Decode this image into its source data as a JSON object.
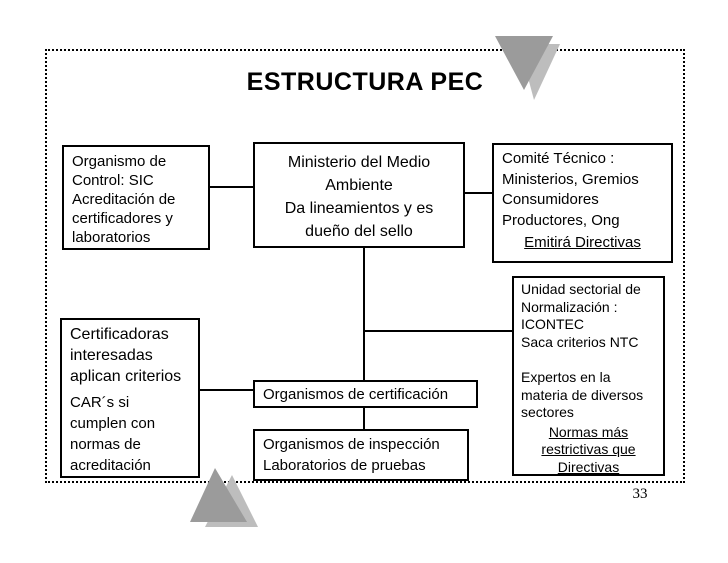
{
  "slide": {
    "title": "ESTRUCTURA PEC",
    "page_number": "33",
    "colors": {
      "triangle_dark": "#9b9b9b",
      "triangle_light": "#bdbdbd",
      "line": "#000000"
    }
  },
  "boxes": {
    "organismo_control": {
      "text": "Organismo de\nControl: SIC\nAcreditación de\ncertificadores y\nlaboratorios"
    },
    "ministerio": {
      "text": "Ministerio del Medio\nAmbiente\nDa lineamientos y es\ndueño del sello"
    },
    "comite_tecnico": {
      "text": "Comité Técnico :\nMinisterios, Gremios\nConsumidores\nProductores, Ong",
      "underlined": "Emitirá Directivas"
    },
    "unidad_sectorial": {
      "text": "Unidad sectorial de\nNormalización :\nICONTEC\nSaca criterios NTC\n\nExpertos en la\nmateria de diversos\nsectores",
      "underlined": "Normas más\nrestrictivas que\nDirectivas"
    },
    "certificadoras": {
      "text_primary": "Certificadoras\ninteresadas\naplican criterios",
      "text_secondary": "CAR´s si\ncumplen con\nnormas de\nacreditación"
    },
    "organismos_certificacion": {
      "text": "Organismos de certificación"
    },
    "organismos_inspeccion": {
      "text": "Organismos de inspección\nLaboratorios de pruebas"
    }
  }
}
